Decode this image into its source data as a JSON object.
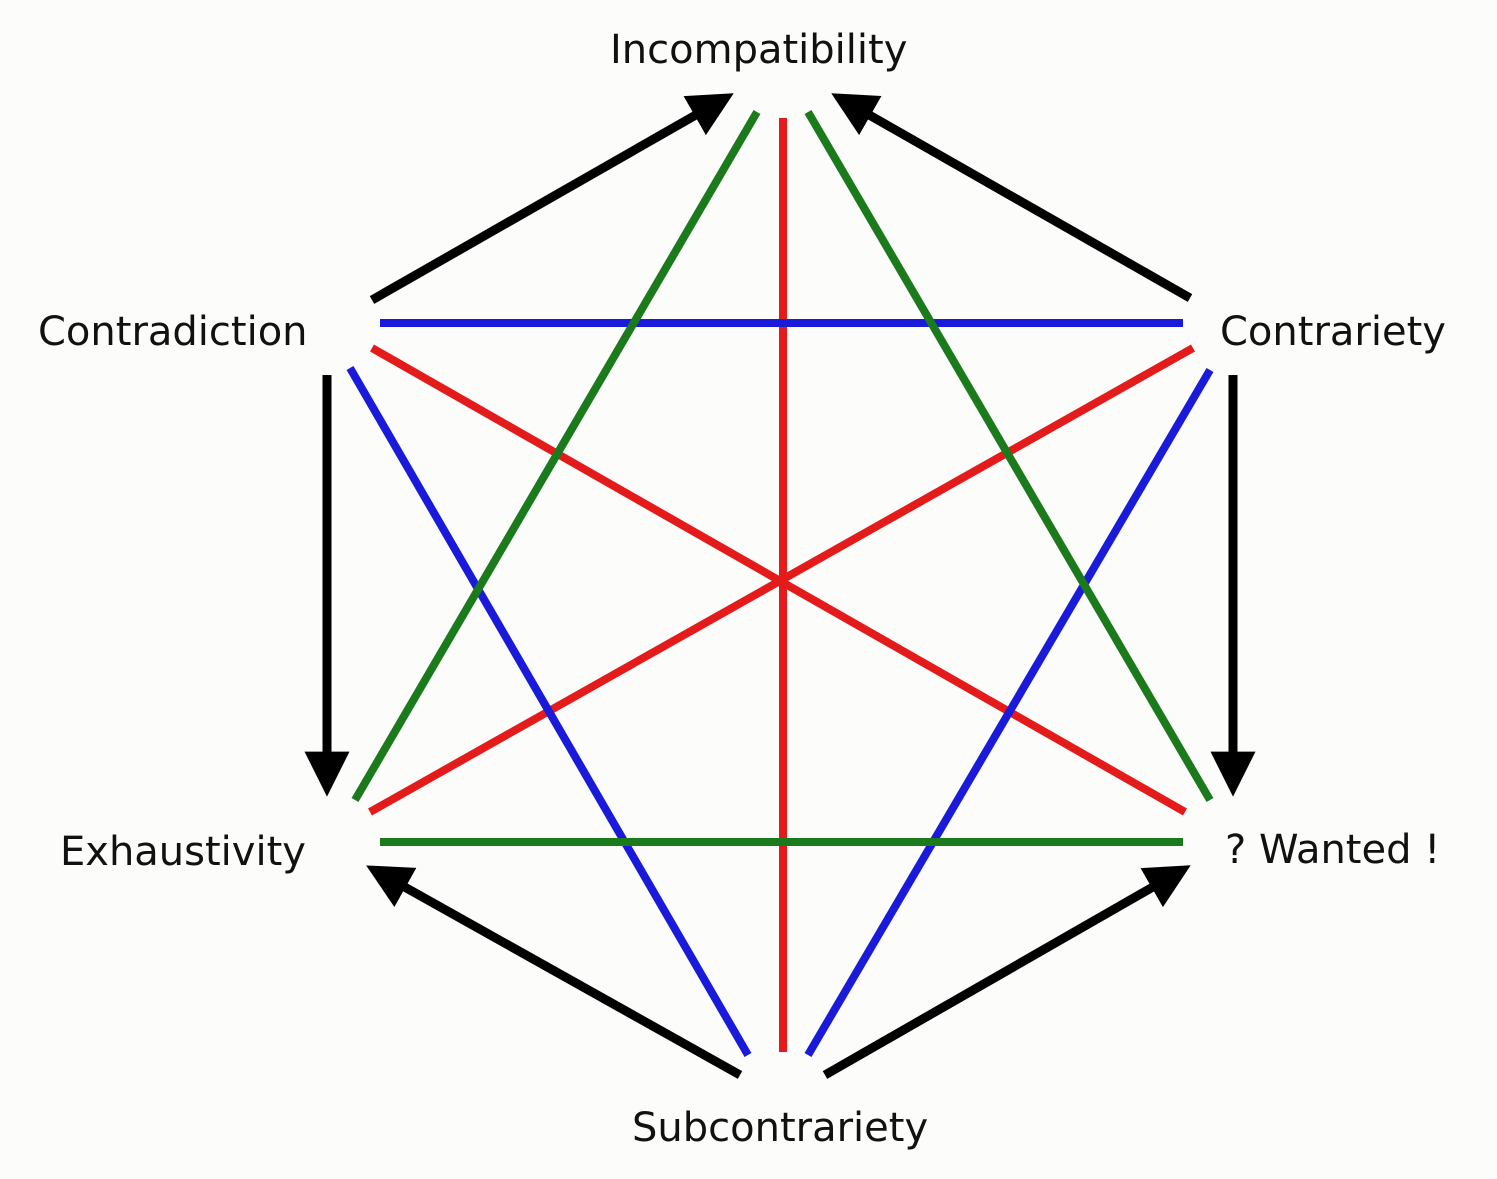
{
  "title": "Logical hexagon of opposition relations",
  "nodes": {
    "top": "Incompatibility",
    "upper_left": "Contradiction",
    "upper_right": "Contrariety",
    "lower_left": "Exhaustivity",
    "lower_right": "? Wanted !",
    "bottom": "Subcontrariety"
  },
  "colors": {
    "red": "#e31b1b",
    "blue": "#1a1adb",
    "green": "#1b7a1b",
    "black": "#000000"
  },
  "edges": [
    {
      "from": "top",
      "to": "bottom",
      "color": "red"
    },
    {
      "from": "upper_left",
      "to": "lower_right",
      "color": "red"
    },
    {
      "from": "upper_right",
      "to": "lower_left",
      "color": "red"
    },
    {
      "from": "upper_left",
      "to": "upper_right",
      "color": "blue"
    },
    {
      "from": "upper_left",
      "to": "bottom",
      "color": "blue"
    },
    {
      "from": "upper_right",
      "to": "bottom",
      "color": "blue"
    },
    {
      "from": "top",
      "to": "lower_left",
      "color": "green"
    },
    {
      "from": "top",
      "to": "lower_right",
      "color": "green"
    },
    {
      "from": "lower_left",
      "to": "lower_right",
      "color": "green"
    }
  ],
  "arrows": [
    {
      "from": "upper_left",
      "to": "top"
    },
    {
      "from": "upper_right",
      "to": "top"
    },
    {
      "from": "upper_left",
      "to": "lower_left"
    },
    {
      "from": "upper_right",
      "to": "lower_right"
    },
    {
      "from": "bottom",
      "to": "lower_left"
    },
    {
      "from": "bottom",
      "to": "lower_right"
    }
  ]
}
